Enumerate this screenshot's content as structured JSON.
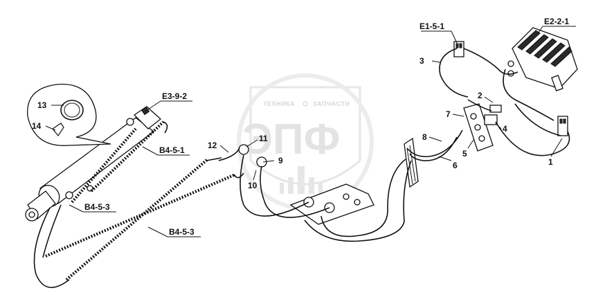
{
  "watermark": {
    "top_text": "ТЕХНИКА",
    "top_text_right": "ЗАПЧАСТИ",
    "big_text": "ЭПФ"
  },
  "labels": {
    "e1_5_1": "E1-5-1",
    "e2_2_1": "E2-2-1",
    "e3_9_2": "E3-9-2",
    "b4_5_1": "B4-5-1",
    "b4_5_3_left": "B4-5-3",
    "b4_5_3_bottom": "B4-5-3",
    "n1": "1",
    "n2": "2",
    "n3": "3",
    "n4": "4",
    "n5": "5",
    "n6": "6",
    "n7": "7",
    "n8": "8",
    "n9": "9",
    "n10": "10",
    "n11": "11",
    "n12": "12",
    "n13": "13",
    "n14": "14"
  }
}
